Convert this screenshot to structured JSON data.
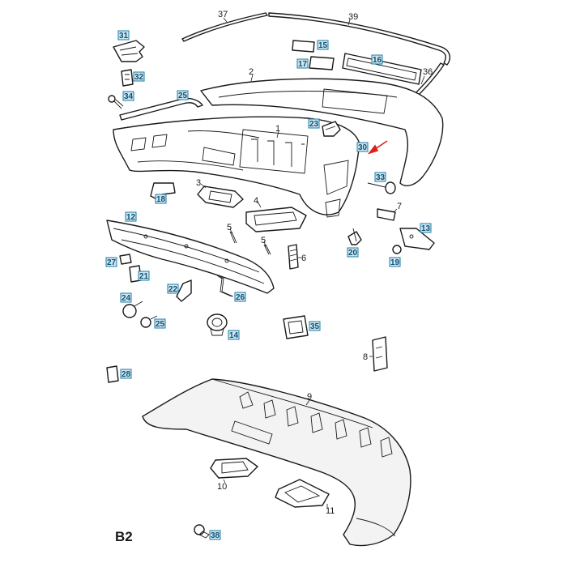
{
  "page_code": "B2",
  "colors": {
    "ink": "#1a1a1a",
    "callout_fill": "#cfe7f2",
    "callout_border": "#1e7ba6",
    "arrow": "#d9221c"
  },
  "plain_labels": {
    "p1": "1",
    "p2": "2",
    "p3": "3",
    "p4": "4",
    "p5a": "5",
    "p5b": "5",
    "p6": "6",
    "p7": "7",
    "p8": "8",
    "p9": "9",
    "p10": "10",
    "p11": "11",
    "p36": "36",
    "p37": "37",
    "p39": "39"
  },
  "box_labels": {
    "b31": "31",
    "b32": "32",
    "b34": "34",
    "b25a": "25",
    "b15": "15",
    "b17": "17",
    "b16": "16",
    "b23": "23",
    "b30": "30",
    "b33": "33",
    "b18": "18",
    "b12": "12",
    "b13": "13",
    "b27": "27",
    "b21": "21",
    "b20": "20",
    "b19": "19",
    "b24": "24",
    "b22": "22",
    "b26": "26",
    "b25b": "25",
    "b14": "14",
    "b35": "35",
    "b28": "28",
    "b38": "38"
  }
}
